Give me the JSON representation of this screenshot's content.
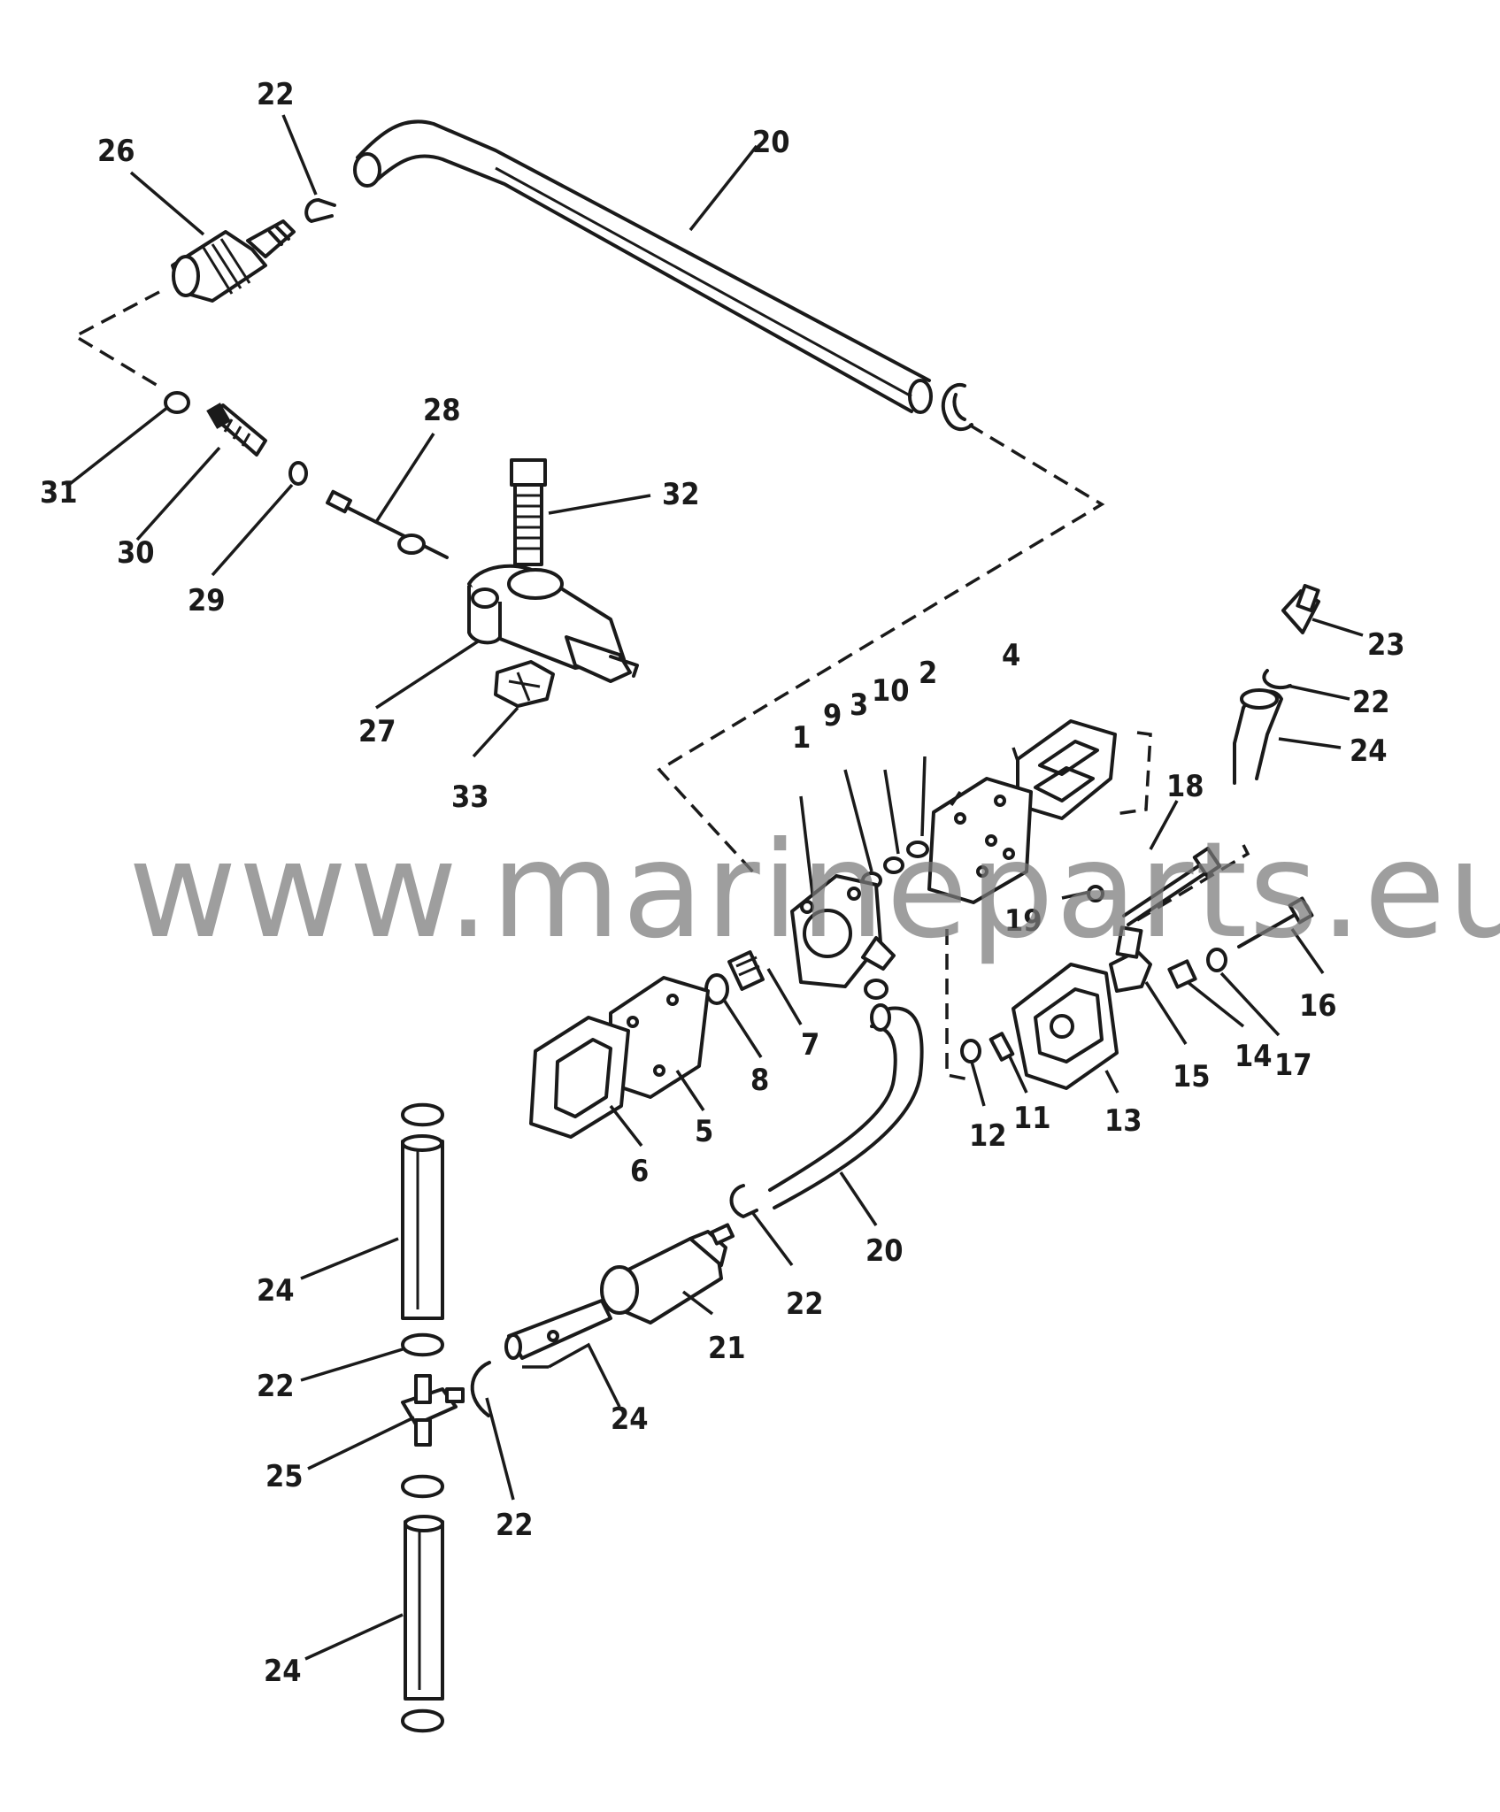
{
  "watermark": "www.marineparts.eu",
  "callouts": [
    {
      "id": "c22a",
      "text": "22"
    },
    {
      "id": "c26",
      "text": "26"
    },
    {
      "id": "c20a",
      "text": "20"
    },
    {
      "id": "c31",
      "text": "31"
    },
    {
      "id": "c30",
      "text": "30"
    },
    {
      "id": "c29",
      "text": "29"
    },
    {
      "id": "c28",
      "text": "28"
    },
    {
      "id": "c32",
      "text": "32"
    },
    {
      "id": "c27",
      "text": "27"
    },
    {
      "id": "c33",
      "text": "33"
    },
    {
      "id": "c23",
      "text": "23"
    },
    {
      "id": "c22b",
      "text": "22"
    },
    {
      "id": "c24a",
      "text": "24"
    },
    {
      "id": "c4",
      "text": "4"
    },
    {
      "id": "c2",
      "text": "2"
    },
    {
      "id": "c10",
      "text": "10"
    },
    {
      "id": "c3",
      "text": "3"
    },
    {
      "id": "c9",
      "text": "9"
    },
    {
      "id": "c1",
      "text": "1"
    },
    {
      "id": "c18",
      "text": "18"
    },
    {
      "id": "c19",
      "text": "19"
    },
    {
      "id": "c16",
      "text": "16"
    },
    {
      "id": "c7",
      "text": "7"
    },
    {
      "id": "c8",
      "text": "8"
    },
    {
      "id": "c5",
      "text": "5"
    },
    {
      "id": "c6",
      "text": "6"
    },
    {
      "id": "c12",
      "text": "12"
    },
    {
      "id": "c11",
      "text": "11"
    },
    {
      "id": "c13",
      "text": "13"
    },
    {
      "id": "c15",
      "text": "15"
    },
    {
      "id": "c14",
      "text": "14"
    },
    {
      "id": "c17",
      "text": "17"
    },
    {
      "id": "c20b",
      "text": "20"
    },
    {
      "id": "c22c",
      "text": "22"
    },
    {
      "id": "c21",
      "text": "21"
    },
    {
      "id": "c24b",
      "text": "24"
    },
    {
      "id": "c24c",
      "text": "24"
    },
    {
      "id": "c22d",
      "text": "22"
    },
    {
      "id": "c25",
      "text": "25"
    },
    {
      "id": "c22e",
      "text": "22"
    },
    {
      "id": "c24d",
      "text": "24"
    }
  ]
}
